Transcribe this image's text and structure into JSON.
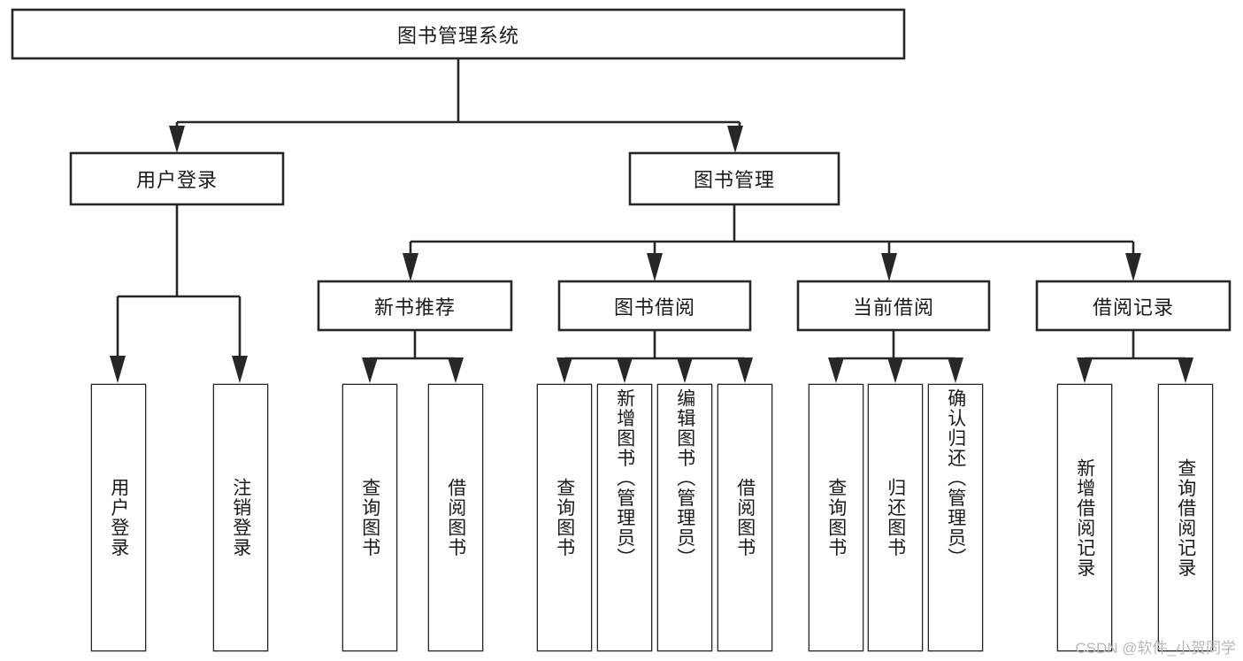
{
  "diagram": {
    "type": "tree",
    "title": "图书管理系统",
    "root": {
      "label": "图书管理系统",
      "orientation": "horizontal"
    },
    "level1": [
      {
        "label": "用户登录",
        "orientation": "horizontal"
      },
      {
        "label": "图书管理",
        "orientation": "horizontal"
      }
    ],
    "level2": [
      {
        "label": "新书推荐",
        "orientation": "horizontal",
        "parent": "图书管理"
      },
      {
        "label": "图书借阅",
        "orientation": "horizontal",
        "parent": "图书管理"
      },
      {
        "label": "当前借阅",
        "orientation": "horizontal",
        "parent": "图书管理"
      },
      {
        "label": "借阅记录",
        "orientation": "horizontal",
        "parent": "图书管理"
      }
    ],
    "leaves": [
      {
        "label": "用户登录",
        "orientation": "vertical",
        "parent": "用户登录"
      },
      {
        "label": "注销登录",
        "orientation": "vertical",
        "parent": "用户登录"
      },
      {
        "label": "查询图书",
        "orientation": "vertical",
        "parent": "新书推荐"
      },
      {
        "label": "借阅图书",
        "orientation": "vertical",
        "parent": "新书推荐"
      },
      {
        "label": "查询图书",
        "orientation": "vertical",
        "parent": "图书借阅"
      },
      {
        "label": "新增图书（管理员）",
        "orientation": "vertical",
        "parent": "图书借阅"
      },
      {
        "label": "编辑图书（管理员）",
        "orientation": "vertical",
        "parent": "图书借阅"
      },
      {
        "label": "借阅图书",
        "orientation": "vertical",
        "parent": "图书借阅"
      },
      {
        "label": "查询图书",
        "orientation": "vertical",
        "parent": "当前借阅"
      },
      {
        "label": "归还图书",
        "orientation": "vertical",
        "parent": "当前借阅"
      },
      {
        "label": "确认归还（管理员）",
        "orientation": "vertical",
        "parent": "当前借阅"
      },
      {
        "label": "新增借阅记录",
        "orientation": "vertical",
        "parent": "借阅记录"
      },
      {
        "label": "查询借阅记录",
        "orientation": "vertical",
        "parent": "借阅记录"
      }
    ],
    "watermark": "CSDN @软件_小贺同学",
    "colors": {
      "stroke": "#272727",
      "fill": "#ffffff",
      "text": "#1a1a1a",
      "watermark": "#b9b9b9",
      "background": "#ffffff"
    }
  }
}
